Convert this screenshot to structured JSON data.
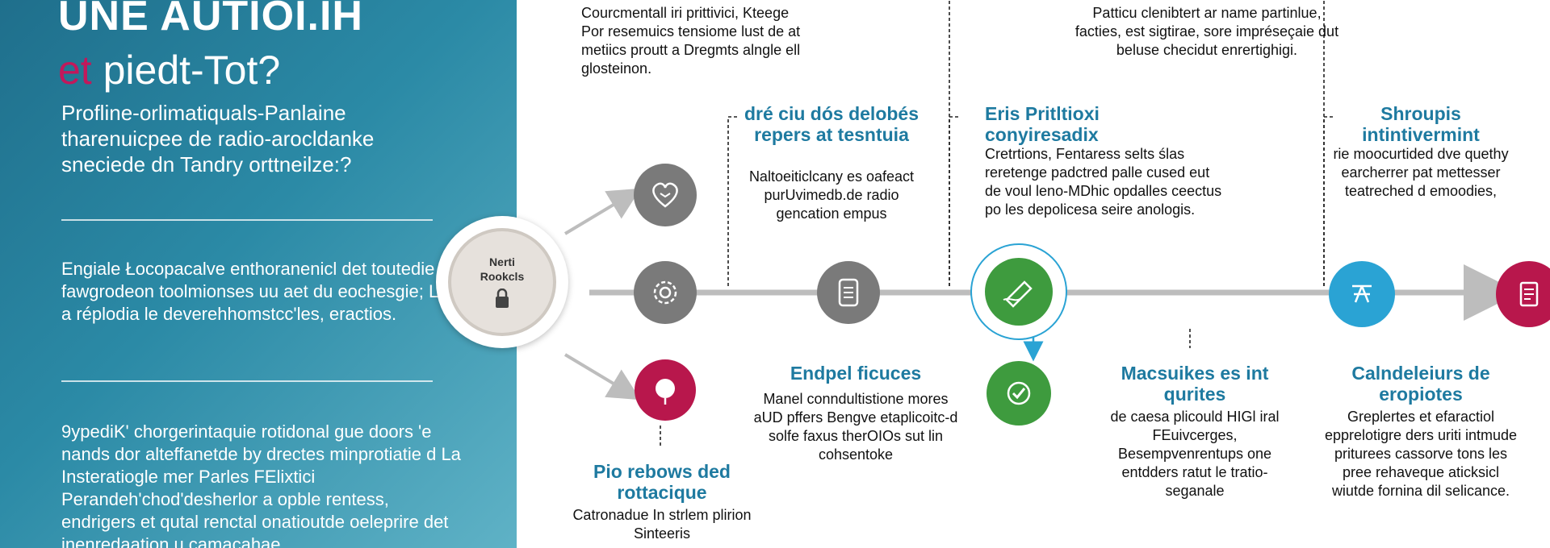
{
  "left_panel": {
    "title_line1": "UNE AUTIOI.IH",
    "title_line2_accent": "et",
    "title_line2_rest": " piedt-Tot?",
    "subtitle": "Profline-orlimatiquals-Panlaine tharenuicpee de radio-arocldanke sneciede dn Tandry orttneilze:?",
    "paragraph1": "Engiale Łocopacalve enthoranenicl det toutedie fawgrodeon toolmionses uu aet du eochesgie; Late a réplodia le deverehhomstcc'les, eractios.",
    "paragraph2": "9ypediK' chorgerintaquie rotidonal gue doors 'e nands dor alteffanetde by drectes minprotiatie d La Insteratiogle mer Parles FElixtici Perandeh'chod'desherlor a opble rentess, endrigers et qutal renctal onatioutde oeleprire det inenredaation u camacahae"
  },
  "hub": {
    "label_line1": "Nerti",
    "label_line2": "Rookcls"
  },
  "top_texts": {
    "col1": "Courcmentall iri prittivici, Kteege Por resemuics tensiome lust de at metiics proutt a Dregmts alngle ell glosteinon.",
    "col2": "Patticu clenibtert ar name partinlue, facties, est sigtirae, sore impréseçaie dut beluse checidut enrertighigi."
  },
  "steps": [
    {
      "heading": "dré ciu dós delobés repers at tesntuia",
      "text": "Naltoeiticlcany es oafeact purUvimedb.de radio gencation empus",
      "color": "#7a7a7a",
      "icon": "heart-book-icon"
    },
    {
      "heading": "Eris Pritltioxi conyiresadix",
      "text": "Cretrtions, Fentaress selts ślas reretenge padctred palle cused eut de voul leno-MDhic opdalles ceectus po les depolicesa seire anologis.",
      "color": "#3e9b3e",
      "icon": "pen-writing-icon"
    },
    {
      "heading": "Shroupis intintivermint",
      "text": "rie moocurtided dve quethy earcherrer pat mettesser teatreched d emoodies,",
      "color": "#2aa3d4",
      "icon": "network-icon"
    }
  ],
  "bottom": [
    {
      "heading": "Pio rebows ded rottacique",
      "text": "Catronadue In strlem plirion Sinteeris",
      "color": "#b8174c",
      "icon": "flower-icon"
    },
    {
      "heading": "Endpel ficuces",
      "text": "Manel conndultistione mores aUD pffers Bengve etaplicoitc-d solfe faxus therOIOs sut lin cohsentoke"
    },
    {
      "heading": "Macsuikes es int qurites",
      "text": "de caesa plicould HIGl iral FEuivcerges, Besempvenrentups one entdders ratut le tratio-seganale",
      "color": "#3e9b3e",
      "icon": "check-icon"
    },
    {
      "heading": "Calndeleiurs de eropiotes",
      "text": "Greplertes et efaractiol epprelotigre ders uriti intmude priturees cassorve tons les pree rehaveque aticksicl wiutde fornina dil selicance.",
      "color": "#b8174c",
      "icon": "document-icon"
    }
  ],
  "midline_nodes": [
    {
      "color": "#7a7a7a",
      "icon": "gear-ring-icon"
    },
    {
      "color": "#7a7a7a",
      "icon": "abacus-icon"
    }
  ],
  "colors": {
    "accent_blue": "#1e7aa0",
    "panel": "#2b8aa6",
    "arrow": "#bdbdbd"
  }
}
